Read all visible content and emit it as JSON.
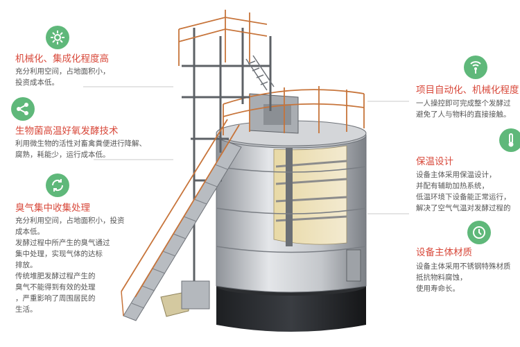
{
  "left_features": [
    {
      "title": "机械化、集成化程度高",
      "icon": "gear-icon",
      "desc": [
        "充分利用空间，占地面积小，",
        "投资成本低。"
      ]
    },
    {
      "title": "生物菌高温好氧发酵技术",
      "icon": "share-nodes-icon",
      "desc": [
        "利用微生物的活性对畜禽粪便进行降解、",
        "腐熟，耗能少，运行成本低。"
      ]
    },
    {
      "title": "臭气集中收集处理",
      "icon": "recycle-icon",
      "desc": [
        "充分利用空间，占地面积小，投资",
        "成本低。",
        "发酵过程中所产生的臭气通过",
        "集中处理，实现气体的达标",
        "排放。",
        "传统堆肥发酵过程产生的",
        "臭气不能得到有效的处理",
        "，严重影响了周围居民的",
        "生活。"
      ]
    }
  ],
  "right_features": [
    {
      "title": "项目自动化、机械化程度",
      "icon": "wifi-signal-icon",
      "desc": [
        "一人操控即可完成整个发酵过",
        "避免了人与物料的直接接触。"
      ]
    },
    {
      "title": "保温设计",
      "icon": "thermometer-icon",
      "desc": [
        "设备主体采用保温设计，",
        "并配有辅助加热系统，",
        "低温环境下设备能正常运行，",
        "解决了空气气温对发酵过程的"
      ]
    },
    {
      "title": "设备主体材质",
      "icon": "clock-icon",
      "desc": [
        "设备主体采用不锈钢特殊材质",
        "抵抗物料腐蚀，",
        "使用寿命长。"
      ]
    }
  ],
  "colors": {
    "title_red": "#d8483a",
    "icon_green": "#5fb87a",
    "connector_gray": "#c8c8c8"
  }
}
